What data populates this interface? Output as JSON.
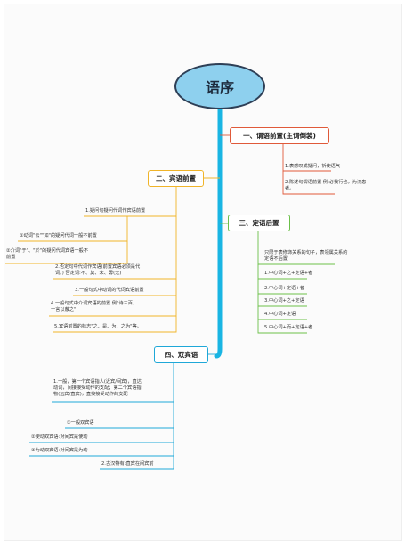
{
  "root": {
    "label": "语序"
  },
  "colors": {
    "trunk": "#19b5e3",
    "branch1": "#e05a3a",
    "branch2": "#f0b429",
    "branch3": "#6cc04a",
    "branch4": "#1fa8d8"
  },
  "branches": [
    {
      "label": "一、谓语前置(主谓倒装)",
      "items": [
        {
          "text": "1.表感叹或疑问，祈使语气"
        },
        {
          "lines": [
            "2.陈述句谓语前置  例:必我行也，为汉患",
            "者。"
          ]
        }
      ]
    },
    {
      "label": "二、宾语前置",
      "items": [
        {
          "text": "1.疑问句疑问代词作宾语前置"
        },
        {
          "text": "①动词\"云\"\"如\"的疑问代词一般不前置"
        },
        {
          "lines": [
            "②介词\"于\"、\"於\"的疑问代词宾语一般不",
            "前置"
          ]
        },
        {
          "lines": [
            "2.否定句中代词作宾语(前置宾语必须是代",
            "词。) 否定词:不、莫、未、毋(无)"
          ]
        },
        {
          "text": "3.一般句式中动词的代词宾语前置"
        },
        {
          "lines": [
            "4.一般句式中介词宾语的前置  例\"诗三百，",
            "一言以蔽之\""
          ]
        },
        {
          "text": "5.宾语前置的标志\"之、是、为、之为\"等。"
        }
      ]
    },
    {
      "label": "三、定语后置",
      "items": [
        {
          "lines": [
            "只限于表修饰关系的句子，表领属关系的",
            "定语不后置"
          ]
        },
        {
          "text": "1.中心词+之+定语+者"
        },
        {
          "text": "2.中心词+定语+者"
        },
        {
          "text": "3.中心词+之+定语"
        },
        {
          "text": "4.中心词+定语"
        },
        {
          "text": "5.中心词+而+定语+者"
        }
      ]
    },
    {
      "label": "四、双宾语",
      "items": [
        {
          "lines": [
            "1.一般，第一个宾语指人(近宾/间宾)，直达",
            "动词，间接接受动作的支配；第二个宾语指",
            "物(远宾/直宾)，直接接受动作的支配"
          ]
        },
        {
          "text": "①一般双宾语"
        },
        {
          "text": "②使动双宾语:对间宾是使动"
        },
        {
          "text": "③为动双宾语:对间宾是为动"
        },
        {
          "text": "2.古汉特有:直宾在间宾前"
        }
      ]
    }
  ]
}
